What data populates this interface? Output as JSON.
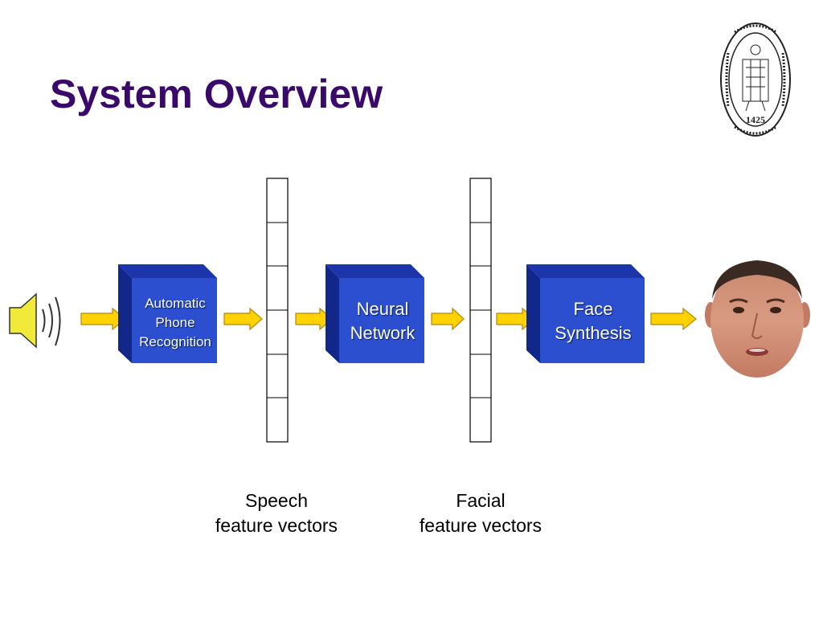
{
  "slide": {
    "title": "System Overview"
  },
  "blocks": {
    "apr": {
      "line1": "Automatic",
      "line2": "Phone",
      "line3": "Recognition"
    },
    "nn": {
      "line1": "Neural",
      "line2": "Network"
    },
    "fs": {
      "line1": "Face",
      "line2": "Synthesis"
    }
  },
  "captions": {
    "speech": {
      "line1": "Speech",
      "line2": "feature vectors"
    },
    "facial": {
      "line1": "Facial",
      "line2": "feature vectors"
    }
  },
  "logo": {
    "icon": "university-seal-icon",
    "year": "1425"
  },
  "colors": {
    "title": "#3a0a6a",
    "box_front": "#2c4fd0",
    "box_top": "#1c35a8",
    "box_side": "#12278a",
    "arrow_fill": "#ffd200",
    "arrow_stroke": "#b8860b",
    "speaker_fill": "#f2ea3a"
  }
}
